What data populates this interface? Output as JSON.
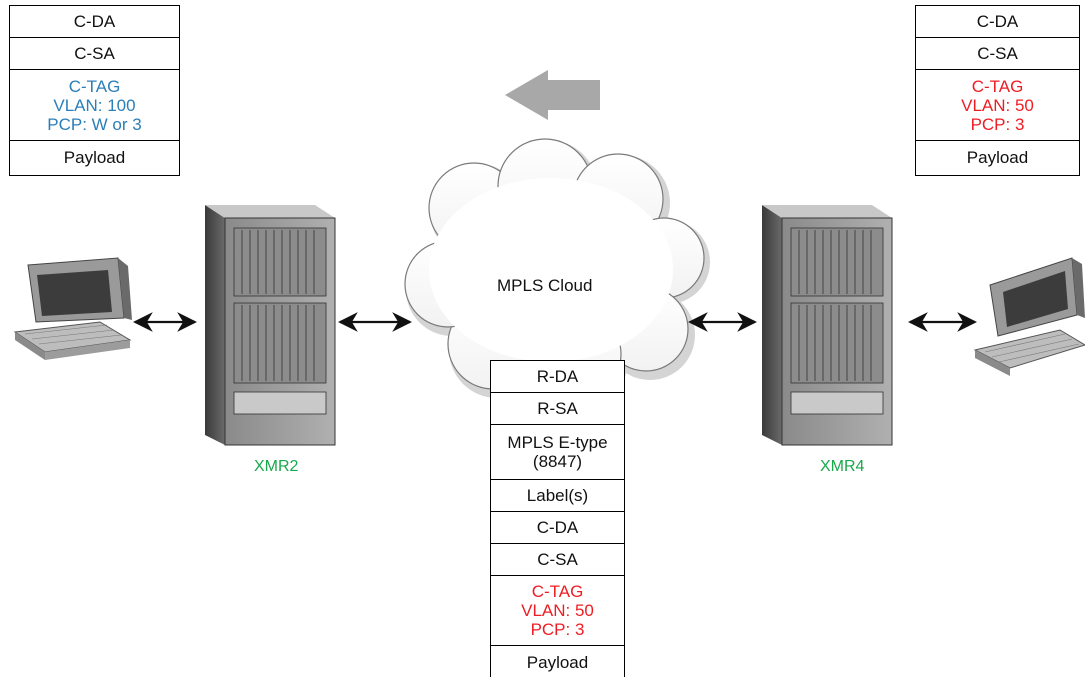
{
  "colors": {
    "blue": "#2b7fb8",
    "red": "#ee1d24",
    "green": "#19a84c"
  },
  "left_frame": {
    "c_da": "C-DA",
    "c_sa": "C-SA",
    "ctag": {
      "title": "C-TAG",
      "vlan": "VLAN: 100",
      "pcp": "PCP: W or 3"
    },
    "payload": "Payload"
  },
  "right_frame": {
    "c_da": "C-DA",
    "c_sa": "C-SA",
    "ctag": {
      "title": "C-TAG",
      "vlan": "VLAN: 50",
      "pcp": "PCP: 3"
    },
    "payload": "Payload"
  },
  "mpls_frame": {
    "r_da": "R-DA",
    "r_sa": "R-SA",
    "etype_line1": "MPLS E-type",
    "etype_line2": "(8847)",
    "labels": "Label(s)",
    "c_da": "C-DA",
    "c_sa": "C-SA",
    "ctag": {
      "title": "C-TAG",
      "vlan": "VLAN: 50",
      "pcp": "PCP: 3"
    },
    "payload": "Payload"
  },
  "cloud_label": "MPLS Cloud",
  "routers": {
    "left": "XMR2",
    "right": "XMR4"
  }
}
